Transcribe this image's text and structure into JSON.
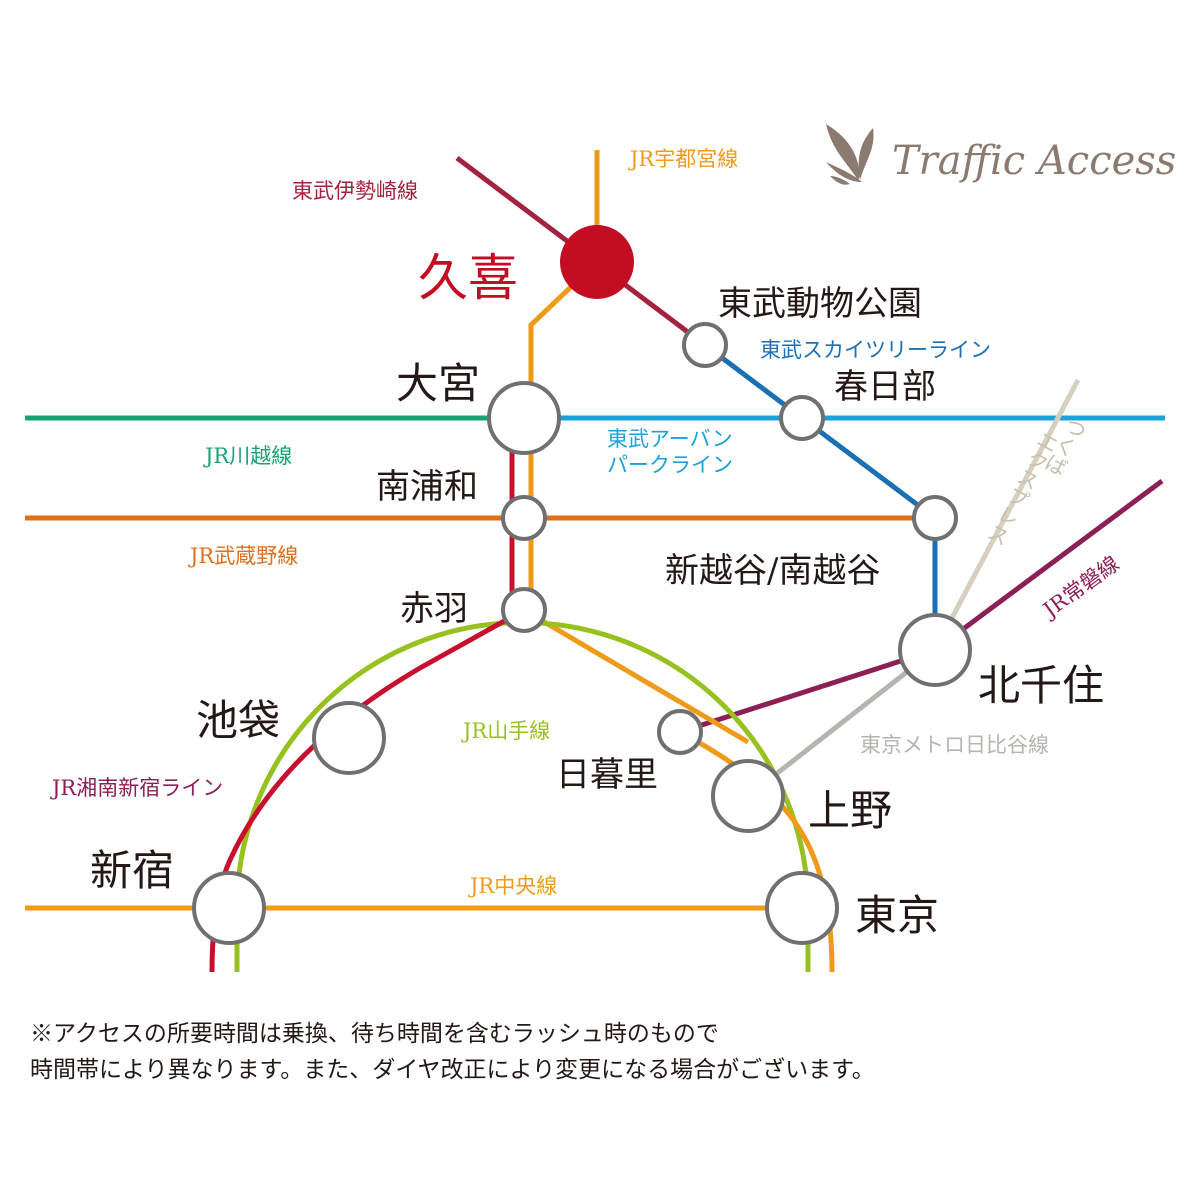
{
  "title": "Traffic Access",
  "colors": {
    "tobu_isesaki": "#a3223f",
    "jr_utsunomiya": "#f09a1a",
    "tobu_skytree": "#1a6fb5",
    "tobu_urban_park": "#1ba1dc",
    "jr_kawagoe": "#17a374",
    "jr_musashino": "#e06f1b",
    "jr_yamanote": "#97c11f",
    "jr_shonan": "#c8102e",
    "jr_chuo": "#f29b17",
    "jr_joban": "#8c1f55",
    "tsukuba": "#d6cfc0",
    "hibiya": "#b5b5b0",
    "station_kuki": "#c30d23",
    "station_ring": "#707070"
  },
  "stations": {
    "kuki": "久喜",
    "omiya": "大宮",
    "minami_urawa": "南浦和",
    "akabane": "赤羽",
    "ikebukuro": "池袋",
    "shinjuku": "新宿",
    "nippori": "日暮里",
    "ueno": "上野",
    "tokyo": "東京",
    "kitasenju": "北千住",
    "shin_koshigaya": "新越谷/南越谷",
    "kasukabe": "春日部",
    "tobu_dobutsu_koen": "東武動物公園"
  },
  "lines": {
    "tobu_isesaki": "東武伊勢崎線",
    "jr_utsunomiya": "JR宇都宮線",
    "tobu_skytree": "東武スカイツリーライン",
    "tobu_urban_park_1": "東武アーバン",
    "tobu_urban_park_2": "パークライン",
    "jr_kawagoe": "JR川越線",
    "jr_musashino": "JR武蔵野線",
    "tsukuba_1": "つくば",
    "tsukuba_2": "エクスプレス",
    "jr_joban": "JR常磐線",
    "jr_yamanote": "JR山手線",
    "hibiya": "東京メトロ日比谷線",
    "jr_shonan": "JR湘南新宿ライン",
    "jr_chuo": "JR中央線"
  },
  "notes": [
    "※アクセスの所要時間は乗換、待ち時間を含むラッシュ時のもので",
    "時間帯により異なります。また、ダイヤ改正により変更になる場合がございます。"
  ]
}
